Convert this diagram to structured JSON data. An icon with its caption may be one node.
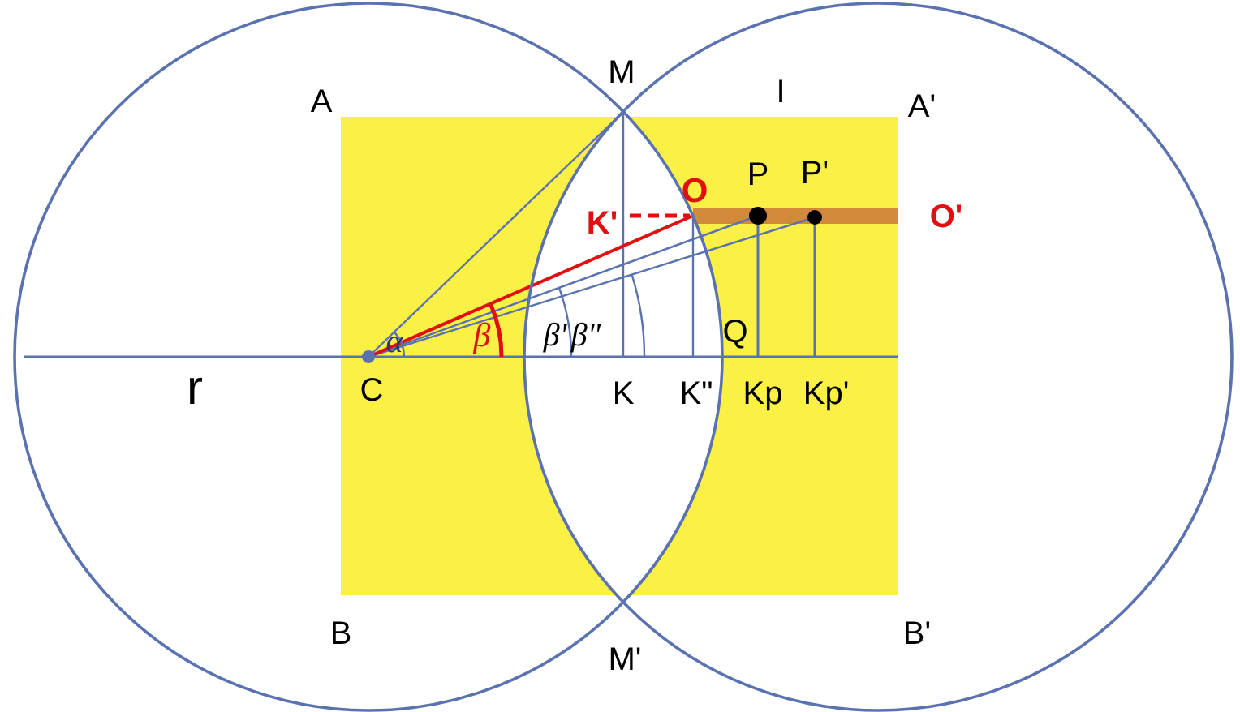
{
  "diagram": {
    "labels": [
      "M",
      "A",
      "I",
      "A'",
      "O",
      "P",
      "P'",
      "K'",
      "O'",
      "α",
      "β",
      "β'",
      "β\"",
      "Q",
      "r",
      "C",
      "K",
      "K\"",
      "Kp",
      "Kp'",
      "B",
      "M'",
      "B'"
    ]
  }
}
